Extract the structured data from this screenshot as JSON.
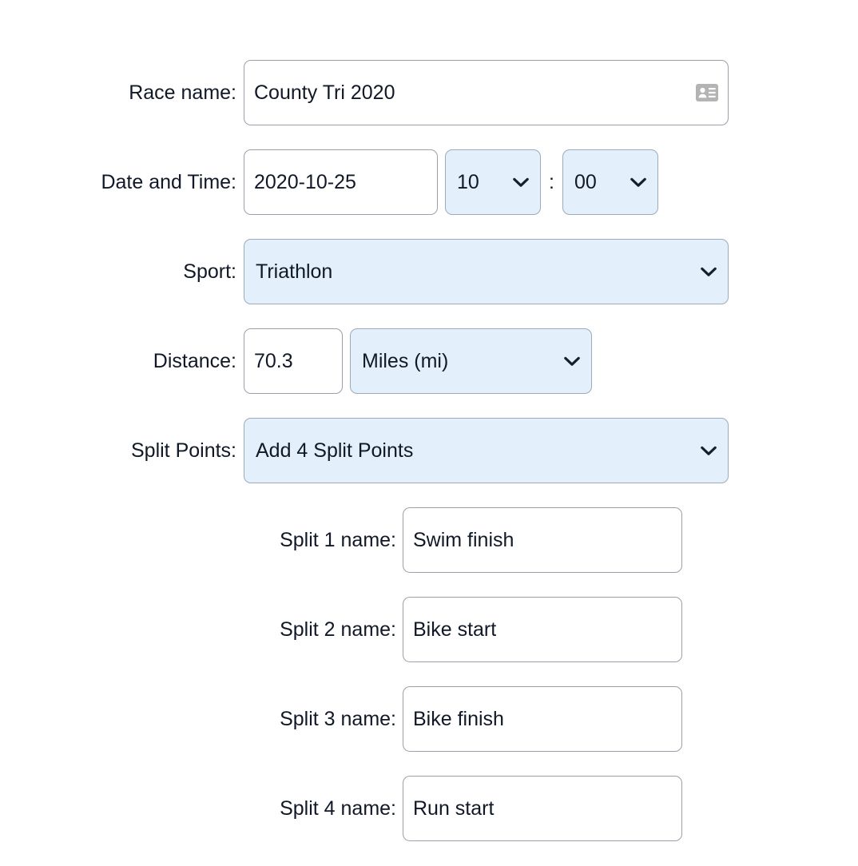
{
  "form": {
    "rows": {
      "race_name": {
        "label": "Race name:",
        "value": "County Tri 2020",
        "autofill_icon": "contact-card-icon"
      },
      "date_time": {
        "label": "Date and Time:",
        "date_value": "2020-10-25",
        "hour_value": "10",
        "separator": ":",
        "minute_value": "00"
      },
      "sport": {
        "label": "Sport:",
        "value": "Triathlon"
      },
      "distance": {
        "label": "Distance:",
        "value": "70.3",
        "unit_value": "Miles (mi)"
      },
      "split_points": {
        "label": "Split Points:",
        "value": "Add 4 Split Points"
      }
    },
    "splits": [
      {
        "label": "Split 1 name:",
        "value": "Swim finish"
      },
      {
        "label": "Split 2 name:",
        "value": "Bike start"
      },
      {
        "label": "Split 3 name:",
        "value": "Bike finish"
      },
      {
        "label": "Split 4 name:",
        "value": "Run start"
      }
    ]
  },
  "colors": {
    "page_background": "#ffffff",
    "text": "#111827",
    "input_background": "#ffffff",
    "input_border": "#9aa1aa",
    "select_background": "#e3f0fb",
    "select_border": "#9aabbc",
    "caret": "#15202e",
    "autofill_icon": "#b4b4b4"
  }
}
